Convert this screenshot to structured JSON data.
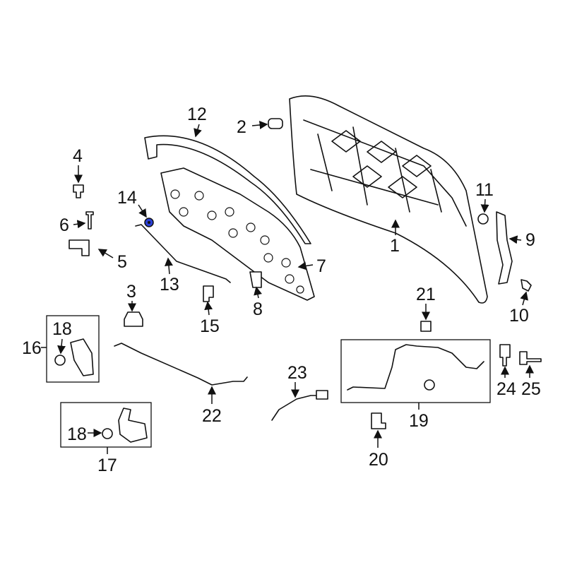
{
  "diagram": {
    "title": "Hood & Components parts diagram",
    "callouts": {
      "c1": "1",
      "c2": "2",
      "c3": "3",
      "c4": "4",
      "c5": "5",
      "c6": "6",
      "c7": "7",
      "c8": "8",
      "c9": "9",
      "c10": "10",
      "c11": "11",
      "c12": "12",
      "c13": "13",
      "c14": "14",
      "c15": "15",
      "c16": "16",
      "c17": "17",
      "c18a": "18",
      "c18b": "18",
      "c19": "19",
      "c20": "20",
      "c21": "21",
      "c22": "22",
      "c23": "23",
      "c24": "24",
      "c25": "25"
    },
    "highlight_color": "#2a3fd6"
  }
}
